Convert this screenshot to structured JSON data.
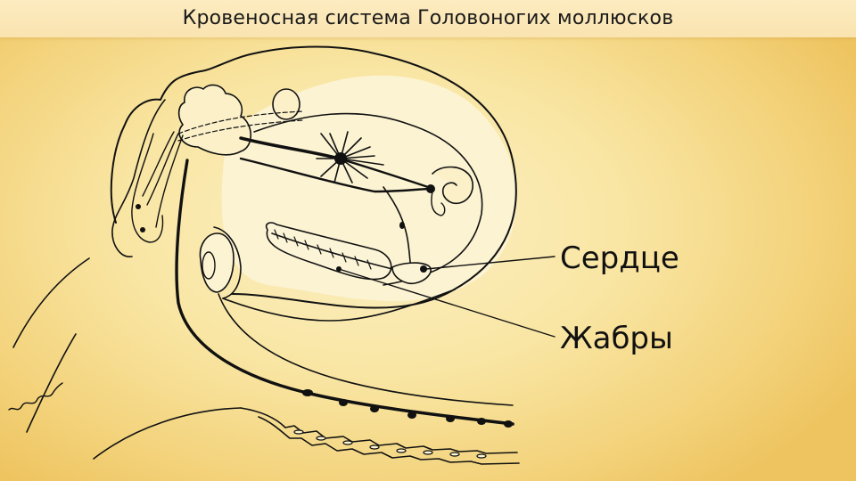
{
  "title": "Кровеносная система Головоногих моллюсков",
  "labels": {
    "heart": "Сердце",
    "gills": "Жабры"
  },
  "colors": {
    "background": "#f9e6a4",
    "title_bar": "#fae3b0",
    "ink": "#111111"
  }
}
